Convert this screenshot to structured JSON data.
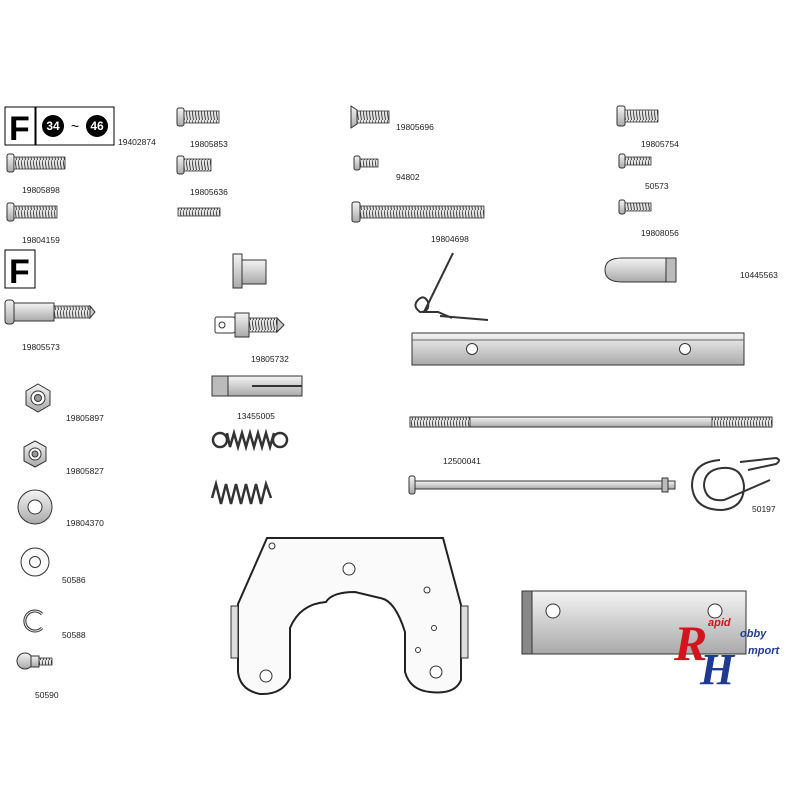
{
  "header": {
    "section_letter": "F",
    "step_from": "34",
    "step_tilde": "~",
    "step_to": "46",
    "section_letter_2": "F"
  },
  "parts": {
    "p19402874": "19402874",
    "p19805853": "19805853",
    "p19805696": "19805696",
    "p19805754": "19805754",
    "p19805898": "19805898",
    "p19805636": "19805636",
    "p94802": "94802",
    "p50573": "50573",
    "p19804159": "19804159",
    "p19804698": "19804698",
    "p19808056": "19808056",
    "p10445563": "10445563",
    "p19805573": "19805573",
    "p19805732": "19805732",
    "p19805897": "19805897",
    "p13455005": "13455005",
    "p19805827": "19805827",
    "p12500041": "12500041",
    "p19804370": "19804370",
    "p50197": "50197",
    "p50586": "50586",
    "p50588": "50588",
    "p50590": "50590"
  },
  "logo": {
    "letter_r": "R",
    "letter_h": "H",
    "word_rapid": "apid",
    "word_hobby": "obby",
    "word_import": "mport",
    "red": "#d4141c",
    "blue": "#1f3a93"
  }
}
